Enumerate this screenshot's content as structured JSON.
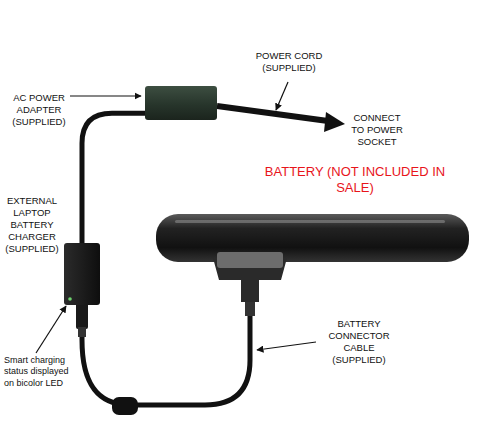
{
  "diagram": {
    "nodes": [
      {
        "text": [
          "AC POWER ADAPTER (SUPPLIED)"
        ]
      },
      {
        "text": [
          "EXTERNAL LAPTOP BATTERY CHARGER (SUPPLIED)"
        ]
      },
      {
        "text": [
          "BATTERY (NOT INCLUDED IN SALE)"
        ]
      }
    ],
    "edges": [
      {
        "from": 0,
        "to": 1,
        "arrow": "none"
      },
      {
        "from": 1,
        "to": 2,
        "arrow": "none"
      }
    ],
    "labels": [
      "POWER CORD (SUPPLIED)",
      "CONNECT TO POWER SOCKET",
      "BATTERY CONNECTOR CABLE (SUPPLIED)",
      "Smart charging status displayed on bicolor LED"
    ]
  }
}
